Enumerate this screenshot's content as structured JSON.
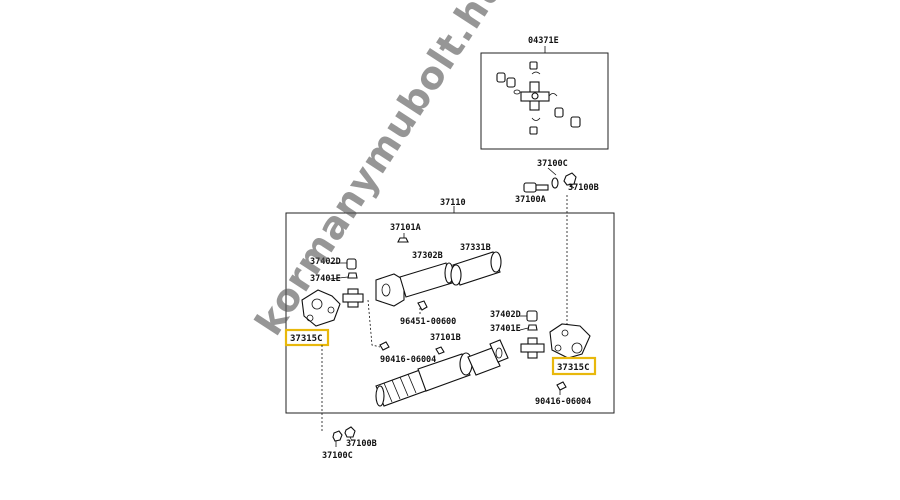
{
  "parts": {
    "kit_group": "04371E",
    "shaft_assy": "37110",
    "bolt_upper_c": "37100C",
    "bolt_upper_b": "37100B",
    "bolt_upper_a": "37100A",
    "nipple": "37101A",
    "yoke_302": "37302B",
    "boot": "37331B",
    "bearing_left": "37402D",
    "cross_left": "37401E",
    "grease_nipple": "96451-00600",
    "flange_left": "37315C",
    "snap_left": "90416-06004",
    "fitting_b": "37101B",
    "bearing_right": "37402D",
    "cross_right": "37401E",
    "flange_right": "37315C",
    "snap_right": "90416-06004",
    "bolt_lower_b": "37100B",
    "bolt_lower_c": "37100C"
  },
  "watermark": "kormanymubolt.hu",
  "colors": {
    "highlight": "#e8b80c",
    "line": "#111111",
    "watermark": "#555555"
  }
}
